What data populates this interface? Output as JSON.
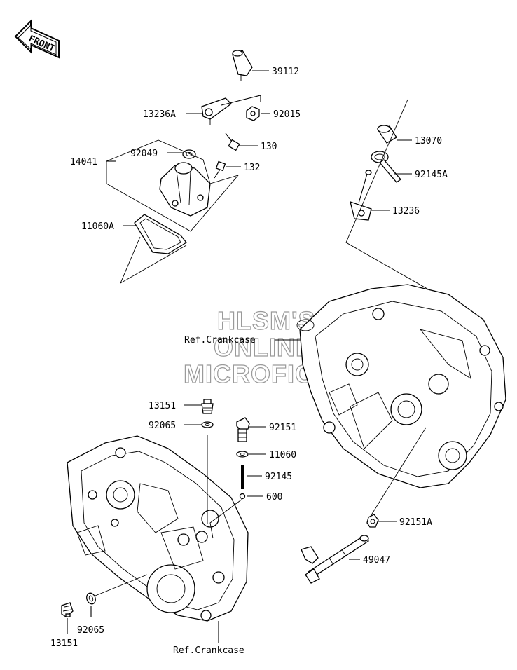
{
  "front_badge": "FRONT",
  "watermark": {
    "line1": "HLSM'S",
    "line2": "ONLINE",
    "line3": "MICROFICHE"
  },
  "refs": {
    "crankcase_upper": "Ref.Crankcase",
    "crankcase_lower": "Ref.Crankcase"
  },
  "parts": {
    "p39112": "39112",
    "p13236A": "13236A",
    "p92015": "92015",
    "p130": "130",
    "p92049": "92049",
    "p14041": "14041",
    "p132": "132",
    "p11060A": "11060A",
    "p13070": "13070",
    "p92145A": "92145A",
    "p13236": "13236",
    "p13151_top": "13151",
    "p92065_top": "92065",
    "p92151": "92151",
    "p11060": "11060",
    "p92145": "92145",
    "p600": "600",
    "p92151A": "92151A",
    "p49047": "49047",
    "p92065_bottom": "92065",
    "p13151_bottom": "13151"
  }
}
